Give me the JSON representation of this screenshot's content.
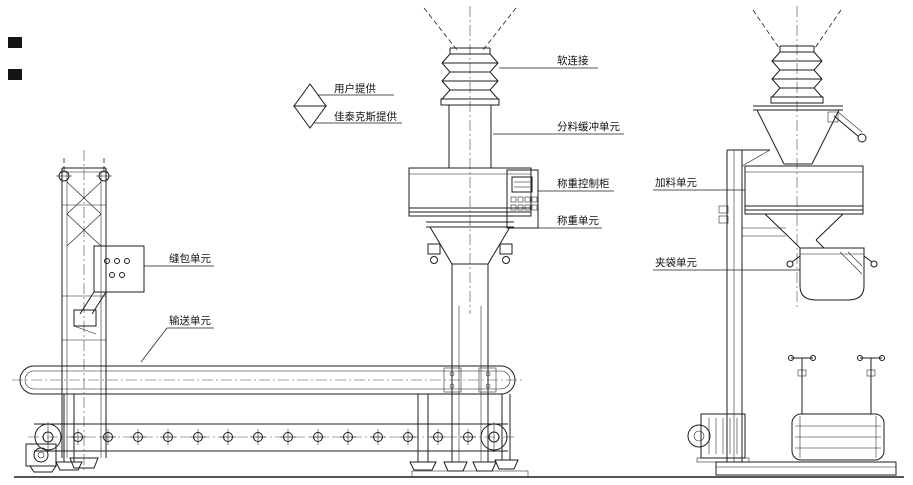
{
  "drawing": {
    "legend": {
      "user_provided": "用户提供",
      "vendor_provided": "佳泰克斯提供"
    },
    "labels": {
      "soft_connection": "软连接",
      "dividing_buffer_unit": "分料缓冲单元",
      "weighing_control_cabinet": "称重控制柜",
      "weighing_unit": "称重单元",
      "sewing_unit": "缝包单元",
      "conveying_unit": "输送单元",
      "feeding_unit": "加料单元",
      "bag_clamping_unit": "夹袋单元"
    },
    "colors": {
      "line": "#1c1c1c",
      "background": "#ffffff"
    }
  }
}
